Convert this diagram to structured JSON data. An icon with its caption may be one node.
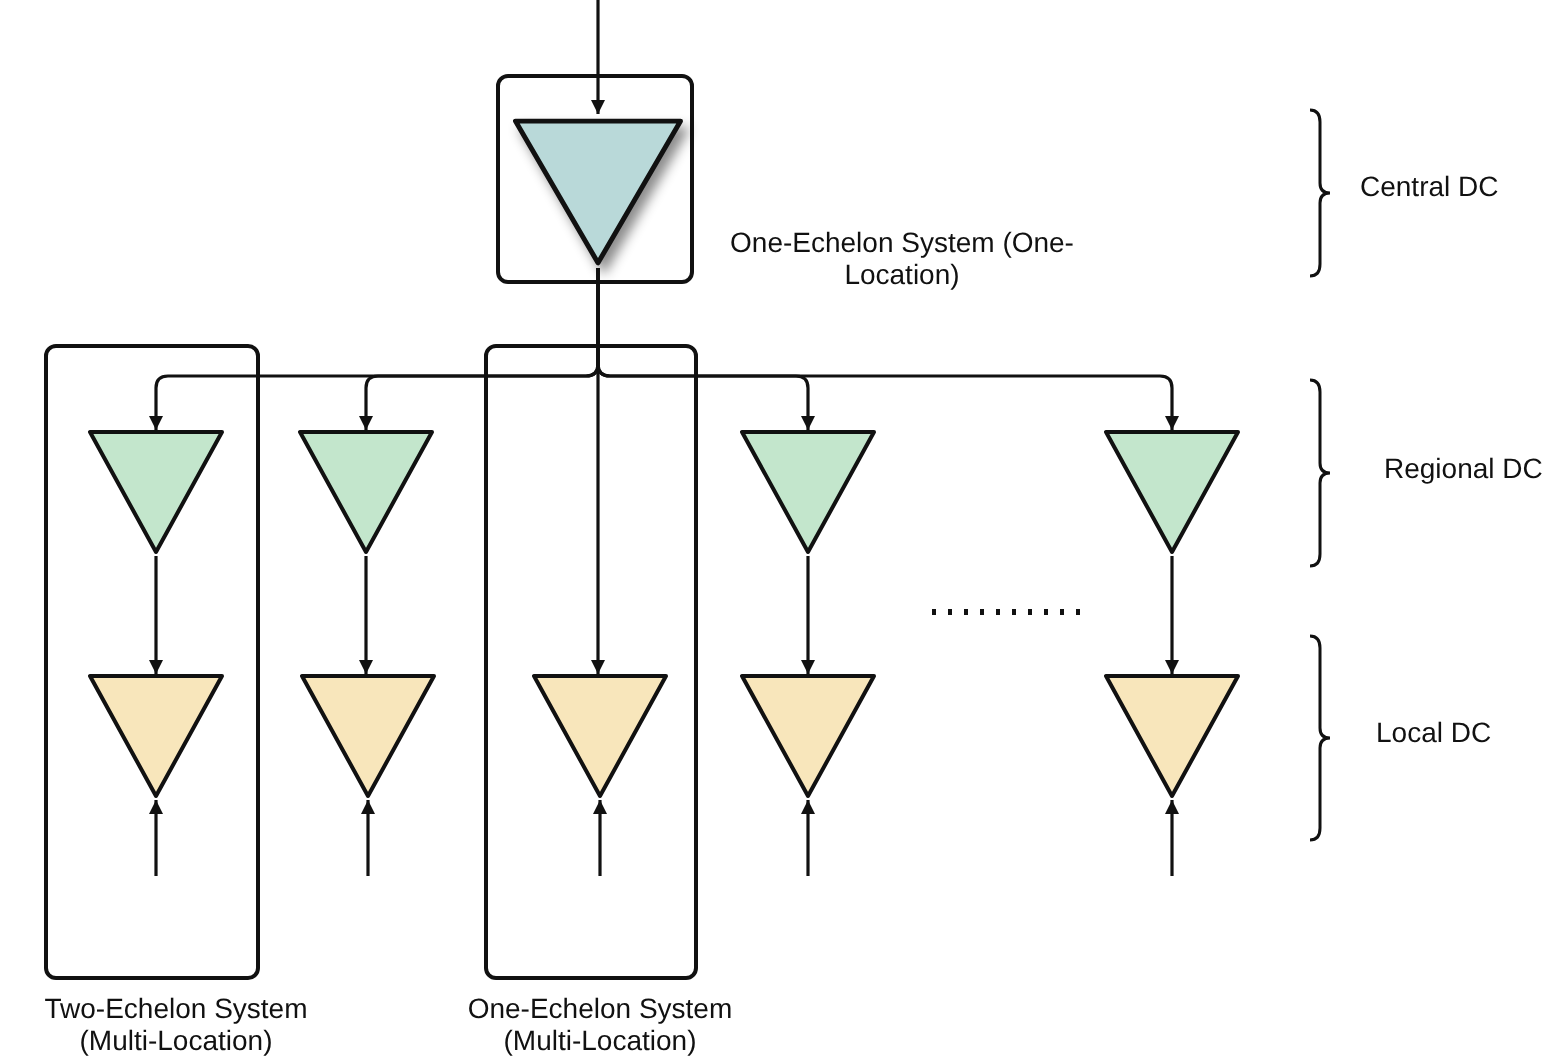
{
  "diagram": {
    "nodes": [
      {
        "text": [
          "One-Echelon System (One-Location)"
        ]
      },
      {
        "text": [],
        "shape": "triangle",
        "in": 0
      },
      {
        "text": [
          "Two-Echelon System (Multi-Location)"
        ]
      },
      {
        "text": [
          "One-Echelon System (Multi-Location)"
        ]
      },
      {
        "text": [],
        "shape": "triangle",
        "in": 2
      },
      {
        "text": [],
        "shape": "triangle"
      },
      {
        "text": [],
        "shape": "triangle"
      },
      {
        "text": [],
        "shape": "triangle"
      },
      {
        "text": [],
        "shape": "triangle",
        "in": 2
      },
      {
        "text": [],
        "shape": "triangle"
      },
      {
        "text": [],
        "shape": "triangle",
        "in": 3
      },
      {
        "text": [],
        "shape": "triangle"
      },
      {
        "text": [],
        "shape": "triangle"
      }
    ],
    "edges": [
      {
        "from": null,
        "to": 1,
        "arrow": "to"
      },
      {
        "from": 1,
        "to": 4,
        "arrow": "to"
      },
      {
        "from": 1,
        "to": 5,
        "arrow": "to"
      },
      {
        "from": 1,
        "to": 10,
        "arrow": "to"
      },
      {
        "from": 1,
        "to": 6,
        "arrow": "to"
      },
      {
        "from": 1,
        "to": 7,
        "arrow": "to"
      },
      {
        "from": 4,
        "to": 8,
        "arrow": "to"
      },
      {
        "from": 5,
        "to": 9,
        "arrow": "to"
      },
      {
        "from": 6,
        "to": 11,
        "arrow": "to"
      },
      {
        "from": 7,
        "to": 12,
        "arrow": "to"
      },
      {
        "from": null,
        "to": 8,
        "arrow": "to"
      },
      {
        "from": null,
        "to": 9,
        "arrow": "to"
      },
      {
        "from": null,
        "to": 10,
        "arrow": "to"
      },
      {
        "from": null,
        "to": 11,
        "arrow": "to"
      },
      {
        "from": null,
        "to": 12,
        "arrow": "to"
      }
    ],
    "labels": [
      "Central DC",
      "Regional DC",
      "Local DC"
    ]
  }
}
